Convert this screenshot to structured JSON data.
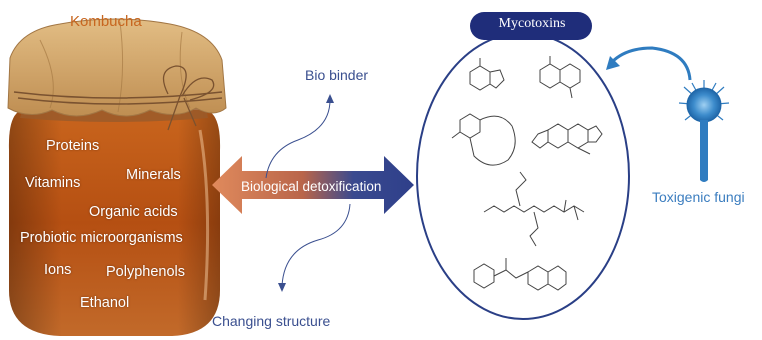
{
  "kombucha": {
    "title": "Kombucha",
    "ingredients": [
      "Proteins",
      "Vitamins",
      "Minerals",
      "Organic acids",
      "Probiotic microorganisms",
      "Ions",
      "Polyphenols",
      "Ethanol"
    ]
  },
  "center": {
    "arrow_label": "Biological detoxification",
    "top_label": "Bio binder",
    "bottom_label": "Changing structure"
  },
  "mycotoxins": {
    "title": "Mycotoxins",
    "structures": [
      "patulin",
      "ochratoxin",
      "zearalenone",
      "aflatoxin",
      "fumonisin",
      "phenylalanine-ochratoxin"
    ]
  },
  "fungi": {
    "label": "Toxigenic fungi"
  },
  "colors": {
    "kombucha_title": "#c7661f",
    "arrow_left": "#e08a5c",
    "arrow_right": "#2e3f8a",
    "myco_badge": "#1f2d7a",
    "fungi_blue": "#2f7cc0",
    "label_blue": "#3a4f8f"
  }
}
